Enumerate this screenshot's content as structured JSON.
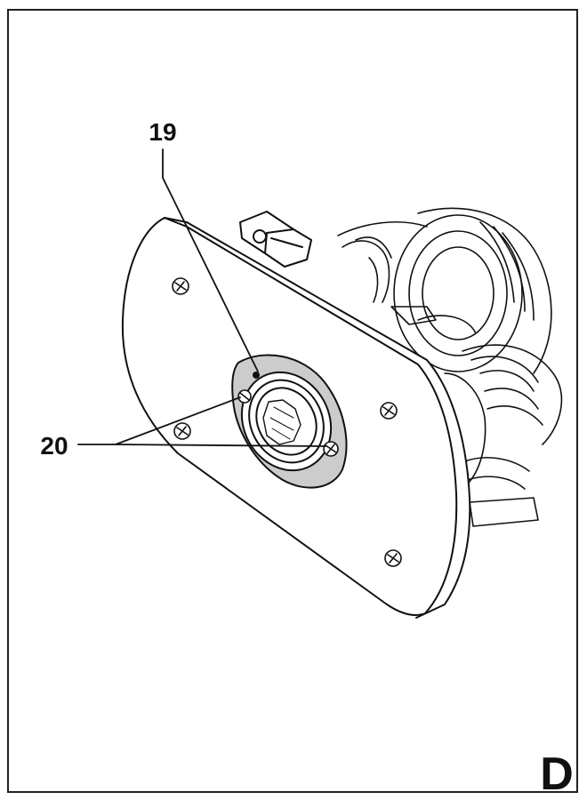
{
  "figure": {
    "panel_letter": "D",
    "callouts": [
      {
        "id": "19",
        "label": "19"
      },
      {
        "id": "20",
        "label": "20"
      }
    ]
  },
  "colors": {
    "line": "#111111",
    "highlight": "#cccccc",
    "background": "#ffffff"
  }
}
